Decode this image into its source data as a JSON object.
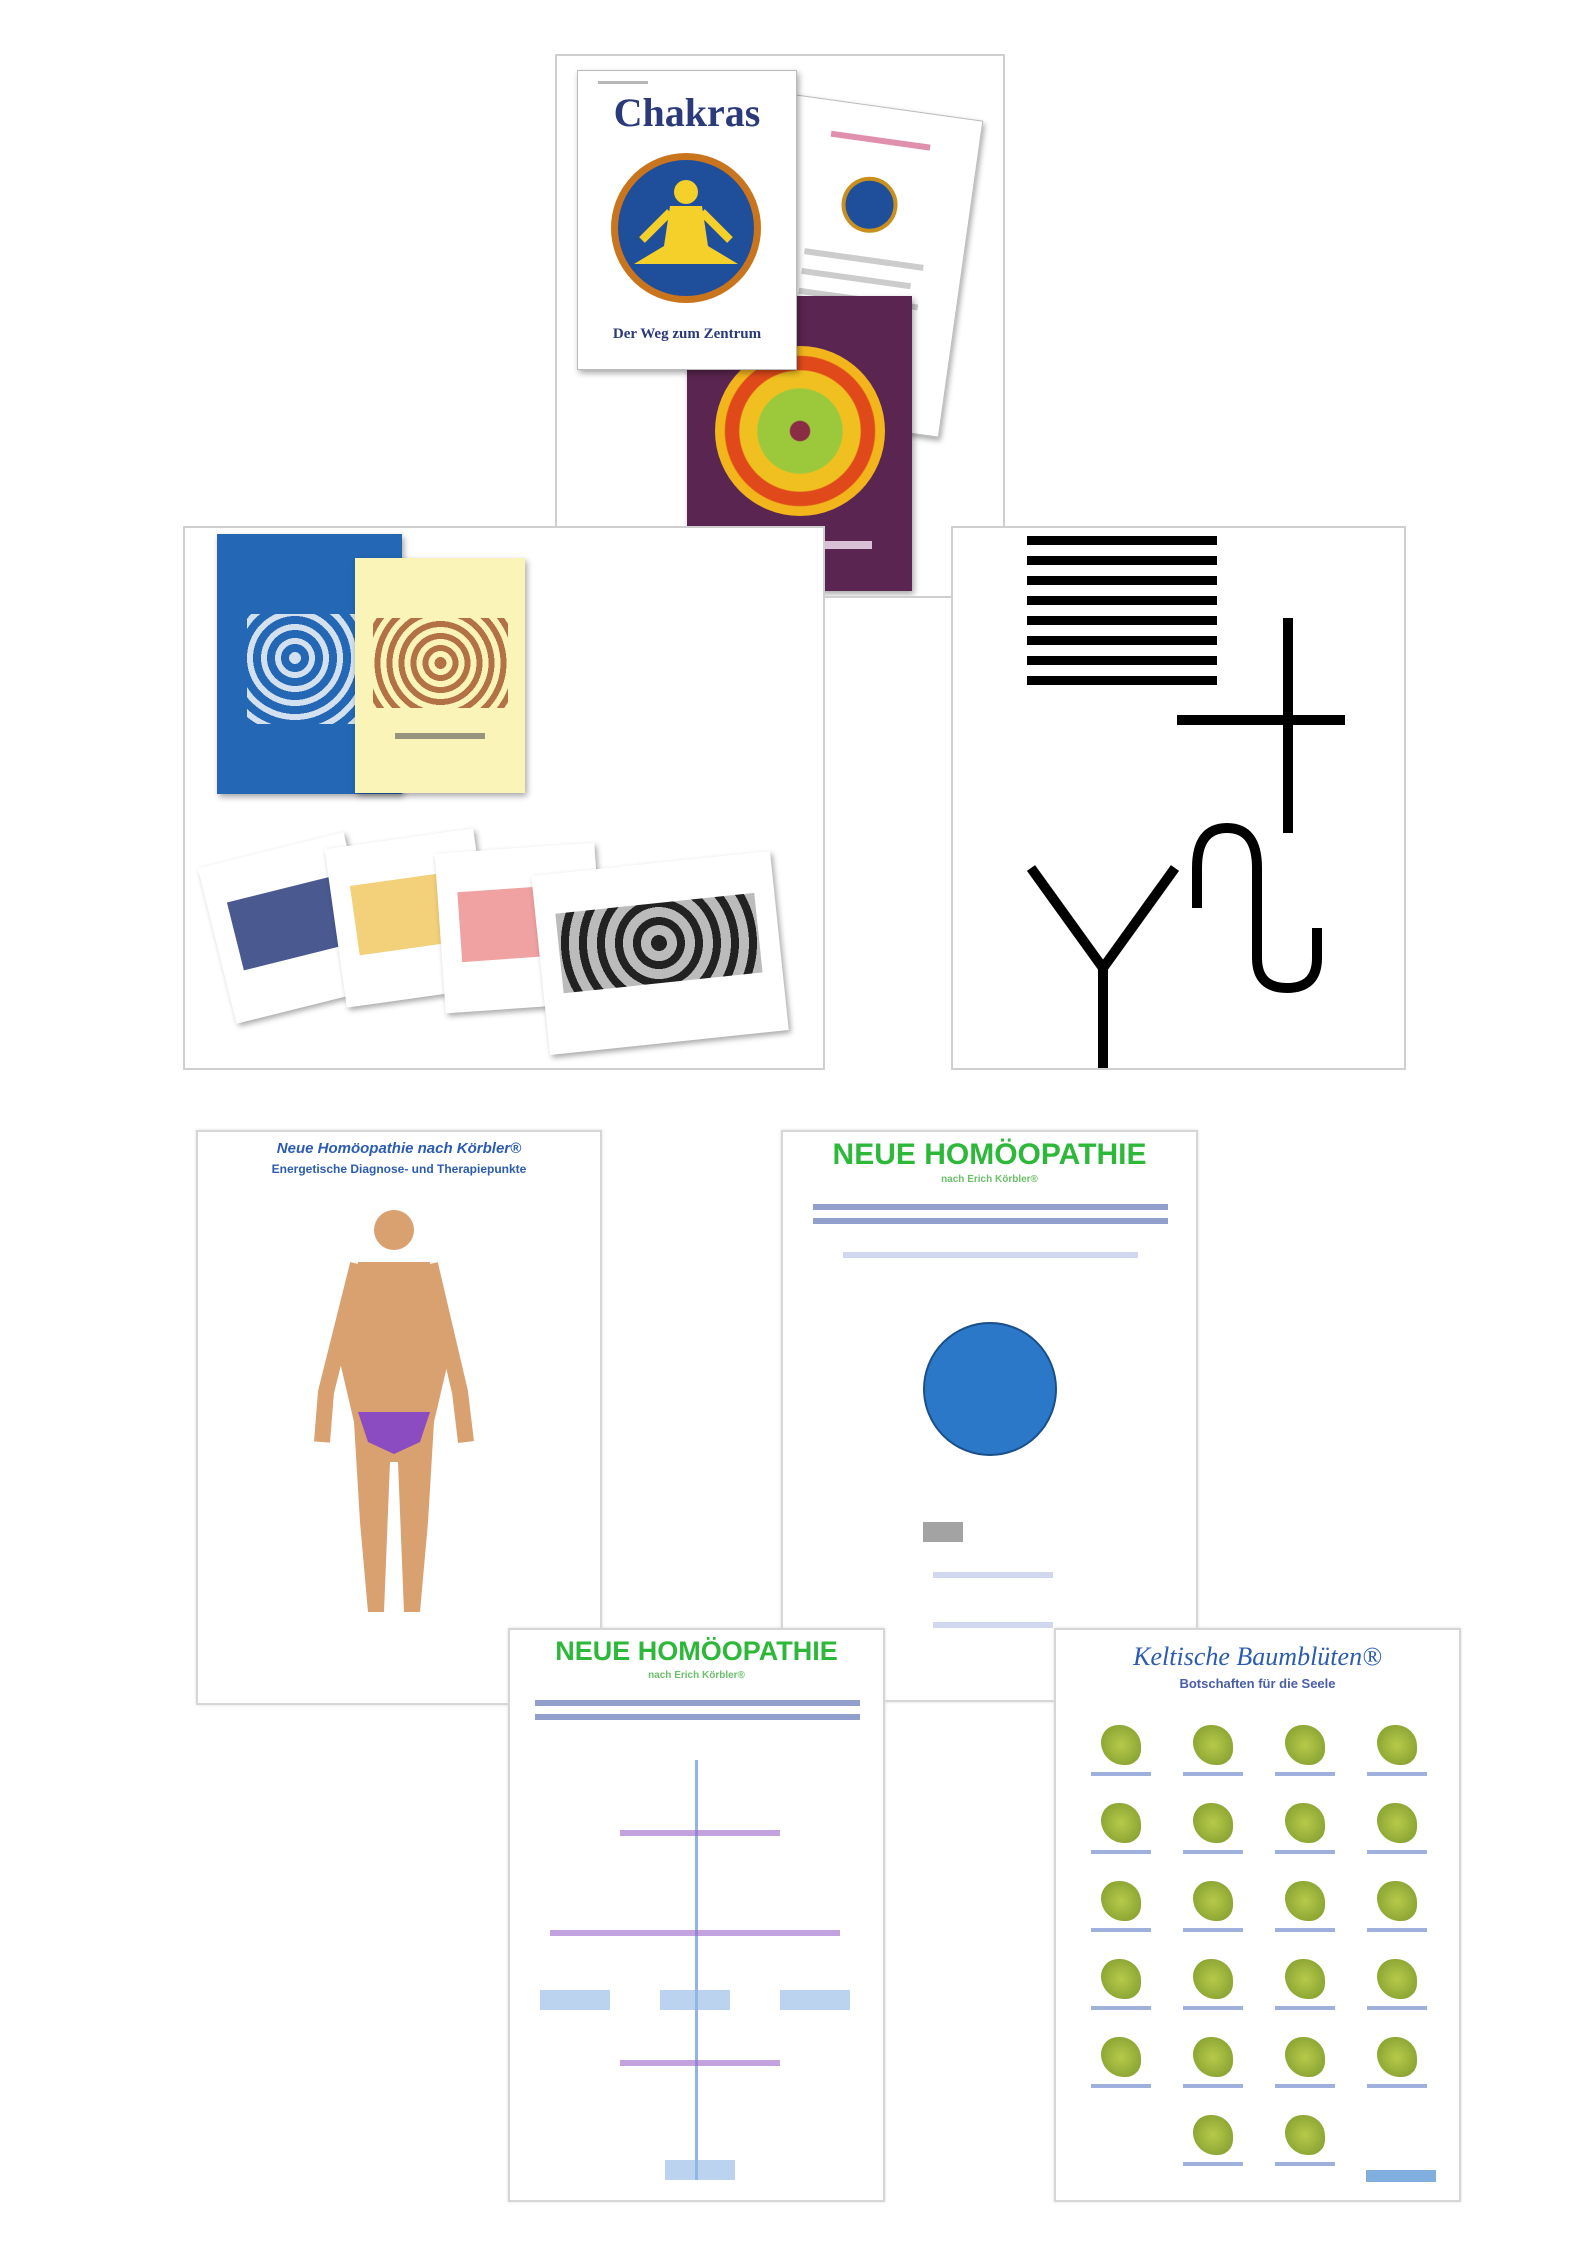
{
  "products": {
    "chakras": {
      "title": "Chakras",
      "subtitle": "Der Weg zum Zentrum"
    },
    "human_poster": {
      "title": "Neue Homöopathie nach Körbler®",
      "subtitle": "Energetische Diagnose- und Therapiepunkte"
    },
    "homeopathy_poster_1": {
      "title": "NEUE HOMÖOPATHIE",
      "subtitle": "nach Erich Körbler®"
    },
    "homeopathy_poster_2": {
      "title": "NEUE HOMÖOPATHIE",
      "subtitle": "nach Erich Körbler®"
    },
    "tree_poster": {
      "title": "Keltische Baumblüten®",
      "subtitle": "Botschaften für die Seele"
    }
  },
  "colors": {
    "chakra_blue": "#1f4f9a",
    "purple": "#5a2550",
    "green_title": "#2eb83a",
    "script_blue": "#2b5cb0"
  }
}
